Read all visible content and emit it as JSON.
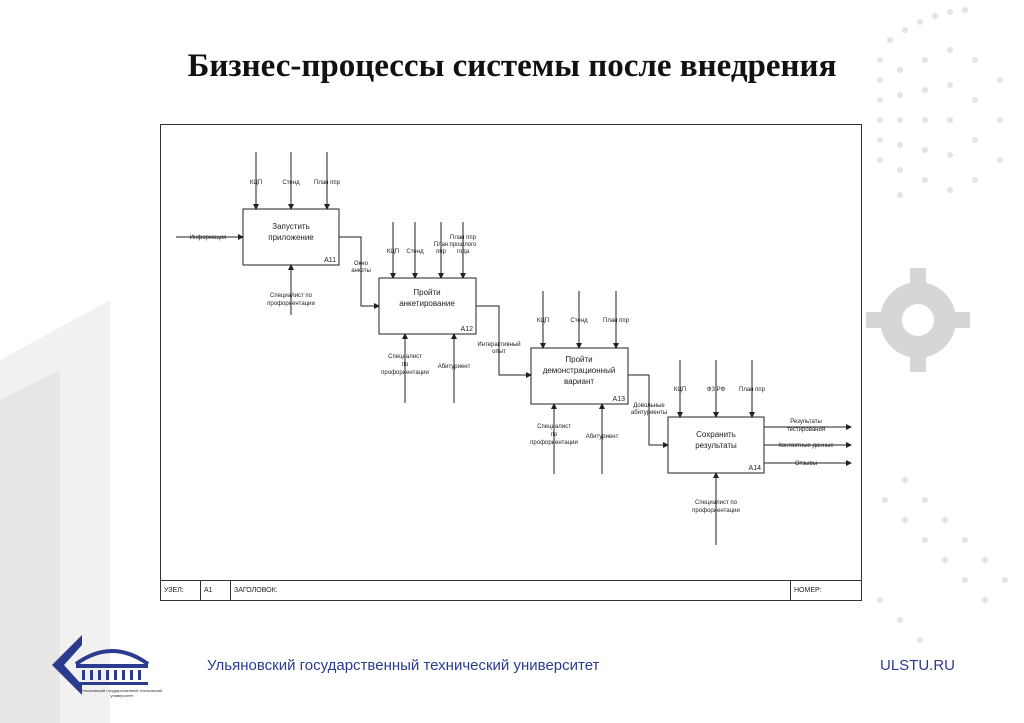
{
  "slide": {
    "title": "Бизнес-процессы системы после внедрения",
    "university": "Ульяновский государственный технический университет",
    "site": "ULSTU.RU",
    "logo_text": "Ульяновский государственный технический университет"
  },
  "diagram": {
    "boxes": [
      {
        "label1": "Запустить",
        "label2": "приложение",
        "code": "А11"
      },
      {
        "label1": "Пройти",
        "label2": "анкетирование",
        "code": "А12"
      },
      {
        "label1": "Пройти",
        "label2": "демонстрационный",
        "label3": "вариант",
        "code": "А13"
      },
      {
        "label1": "Сохранить",
        "label2": "результаты",
        "code": "А14"
      }
    ],
    "labels": {
      "kcp": "КЦП",
      "stend": "Стенд",
      "plan_ppr": "План ппр",
      "plan": "План",
      "ppr": "ппр",
      "plan_prev1": "План ппр",
      "plan_prev2": "прошлого",
      "plan_prev3": "года",
      "fz": "ФЗ РФ",
      "info": "Информация",
      "okno1": "Окно",
      "okno2": "анкеты",
      "inter1": "Интерактивный",
      "inter2": "опыт",
      "dov1": "Довольные",
      "dov2": "абитуриенты",
      "spec_po": "Специалист по",
      "prof": "профориентации",
      "spec": "Специалист",
      "po": "по",
      "abit": "Абитуриент",
      "res1": "Результаты",
      "res2": "тестирования",
      "contacts": "Контактные данные",
      "reviews": "Отзывы"
    },
    "footer": {
      "node_label": "УЗЕЛ:",
      "node_value": "А1",
      "title_label": "ЗАГОЛОВОК:",
      "number_label": "НОМЕР:"
    }
  },
  "colors": {
    "title": "#111111",
    "brand_blue": "#2b3c8e",
    "deco_gray": "#dedede",
    "line": "#333333"
  }
}
